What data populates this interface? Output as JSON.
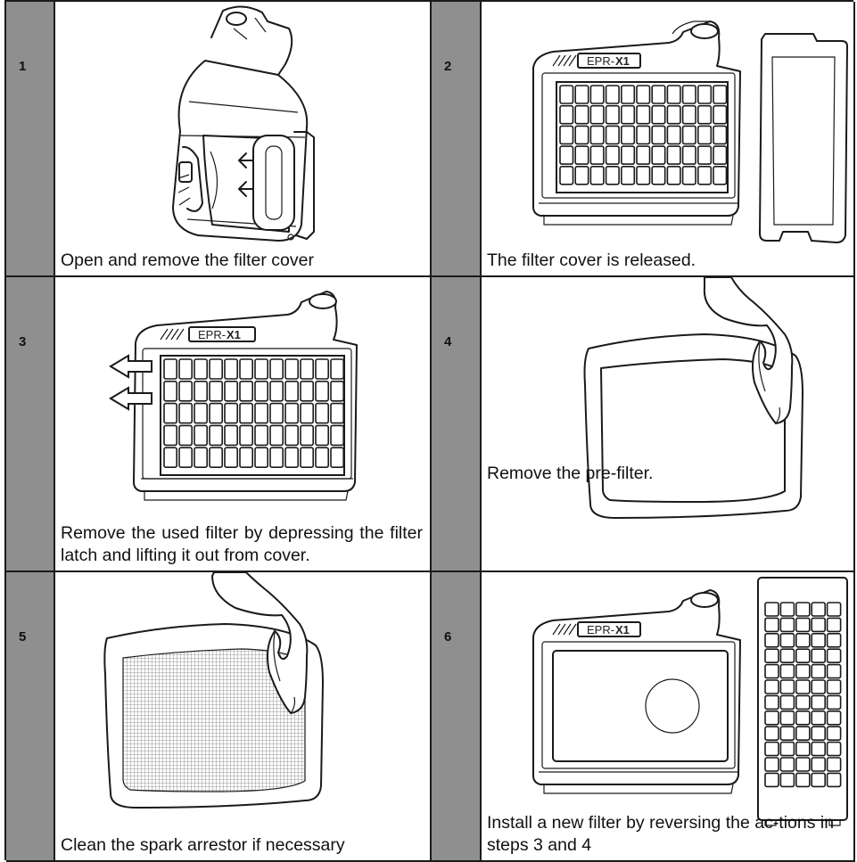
{
  "steps": [
    {
      "number": "1",
      "caption": "Open and remove the filter cover"
    },
    {
      "number": "2",
      "caption": "The filter cover is released."
    },
    {
      "number": "3",
      "caption": "Remove the used filter by depressing the filter latch and lifting it out from cover."
    },
    {
      "number": "4",
      "caption": "Remove the pre-filter."
    },
    {
      "number": "5",
      "caption": "Clean the spark arrestor if necessary"
    },
    {
      "number": "6",
      "caption": "Install a new filter by reversing the ac-tions in steps 3 and 4"
    }
  ],
  "device_label": {
    "prefix": "EPR-",
    "model": "X1"
  },
  "colors": {
    "number_column": "#8f8f8f",
    "border": "#1a1a1a"
  },
  "icons": [
    "device-side-view-illustration",
    "arrow-left-icon",
    "filter-grid-illustration",
    "hand-illustration",
    "spark-arrestor-mesh-illustration"
  ]
}
